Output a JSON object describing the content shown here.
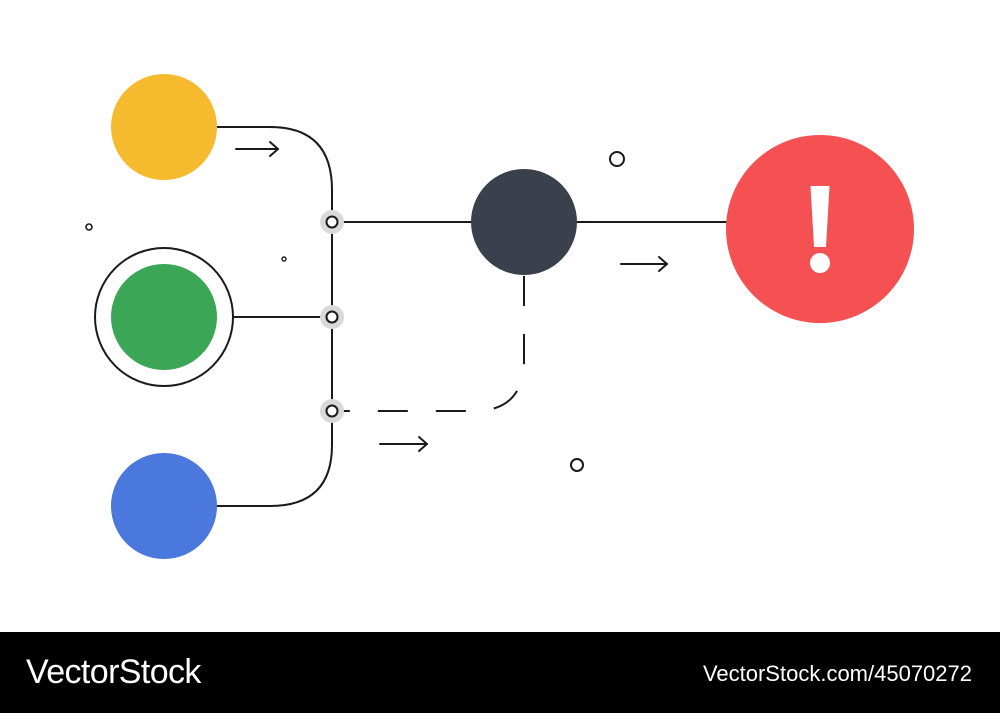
{
  "diagram": {
    "nodes": [
      {
        "id": "source-yellow",
        "color": "#F6BA2F"
      },
      {
        "id": "source-green",
        "color": "#3BA756",
        "ringed": true
      },
      {
        "id": "source-blue",
        "color": "#4B78DC"
      },
      {
        "id": "hub",
        "color": "#3A414D"
      },
      {
        "id": "alert",
        "color": "#F55152",
        "symbol": "!"
      }
    ],
    "colors": {
      "line": "#1a1a1a",
      "junction_halo": "#d9d9d9",
      "background": "#ffffff"
    },
    "alert_symbol": "!"
  },
  "footer": {
    "brand": "VectorStock",
    "image_id": "VectorStock.com/45070272",
    "background": "#000000",
    "text_color": "#ffffff"
  }
}
